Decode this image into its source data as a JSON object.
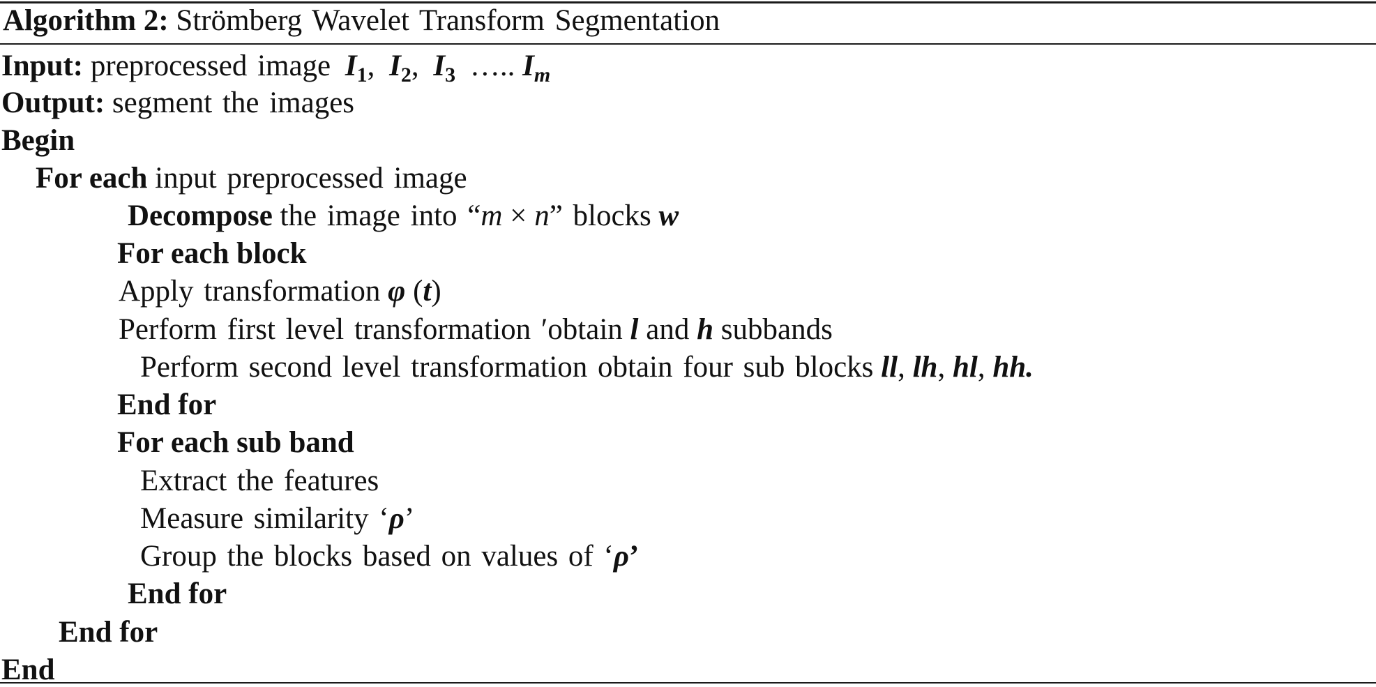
{
  "algorithm": {
    "label": "Algorithm 2:",
    "title": "Strömberg Wavelet Transform Segmentation"
  },
  "input": {
    "keyword": "Input:",
    "text": "preprocessed image",
    "v1": "I",
    "s1": "1",
    "sep1": ",",
    "v2": "I",
    "s2": "2",
    "sep2": ",",
    "v3": "I",
    "s3": "3",
    "dots": "…..",
    "v4": "I",
    "s4": "m"
  },
  "output": {
    "keyword": "Output:",
    "text": "segment the images"
  },
  "begin": "Begin",
  "for_each_image": {
    "keyword": "For each",
    "text": "input preprocessed image"
  },
  "decompose": {
    "keyword": "Decompose",
    "text_before": "the image into “",
    "m": "m",
    "times": " × ",
    "n": "n",
    "text_after": "” blocks",
    "w": "w"
  },
  "for_each_block": "For each block",
  "apply": {
    "text": "Apply transformation",
    "phi": "φ",
    "open": " (",
    "t": "t",
    "close": ")"
  },
  "first_level": {
    "text_before": "Perform first level transformation ′obtain",
    "l": "l",
    "and": "and",
    "h": "h",
    "text_after": "subbands"
  },
  "second_level": {
    "text": "Perform second level transformation obtain four sub blocks",
    "ll": "ll",
    "lh": "lh",
    "hl": "hl",
    "hh": "hh."
  },
  "end_for_1": "End for",
  "for_each_sub_band": "For each sub band",
  "extract": "Extract the features",
  "measure": {
    "text": "Measure similarity ‘",
    "rho": "ρ",
    "close": "’"
  },
  "group": {
    "text": "Group the blocks based on values of ‘",
    "rho": "ρ",
    "close": "’"
  },
  "end_for_2": "End for",
  "end_for_3": "End for",
  "end": "End"
}
